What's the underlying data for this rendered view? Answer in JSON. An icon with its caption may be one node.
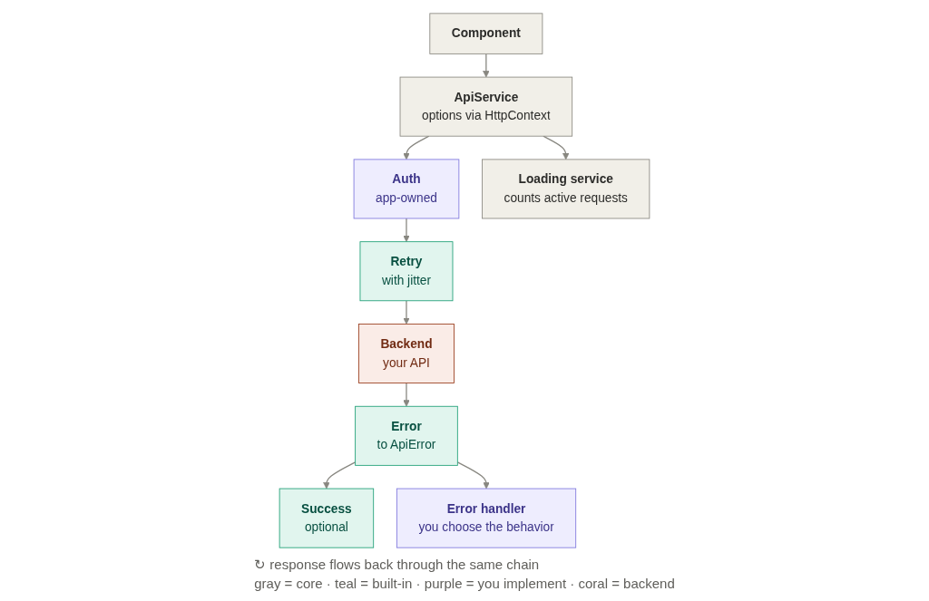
{
  "diagram": {
    "nodes": [
      {
        "text": [
          "Component"
        ]
      },
      {
        "text": [
          "ApiService",
          "options via HttpContext"
        ]
      },
      {
        "text": [
          "Auth",
          "app-owned"
        ]
      },
      {
        "text": [
          "Retry",
          "with jitter"
        ]
      },
      {
        "text": [
          "Backend",
          "your API"
        ]
      },
      {
        "text": [
          "Error",
          "to ApiError"
        ]
      },
      {
        "text": [
          "Success",
          "optional"
        ]
      },
      {
        "text": [
          "Loading service",
          "counts active requests"
        ]
      },
      {
        "text": [
          "Error handler",
          "you choose the behavior"
        ]
      }
    ],
    "edges": [
      {
        "from": 0,
        "to": 1,
        "arrow": "to"
      },
      {
        "from": 1,
        "to": 2,
        "arrow": "to"
      },
      {
        "from": 2,
        "to": 3,
        "arrow": "to"
      },
      {
        "from": 3,
        "to": 4,
        "arrow": "to"
      },
      {
        "from": 4,
        "to": 5,
        "arrow": "to"
      },
      {
        "from": 5,
        "to": 6,
        "arrow": "to"
      },
      {
        "from": 1,
        "to": 7,
        "arrow": "to"
      },
      {
        "from": 5,
        "to": 8,
        "arrow": "to"
      }
    ],
    "labels": [
      "↻ response flows back through the same chain",
      "gray = core · teal = built-in · purple = you implement · coral = backend"
    ]
  }
}
